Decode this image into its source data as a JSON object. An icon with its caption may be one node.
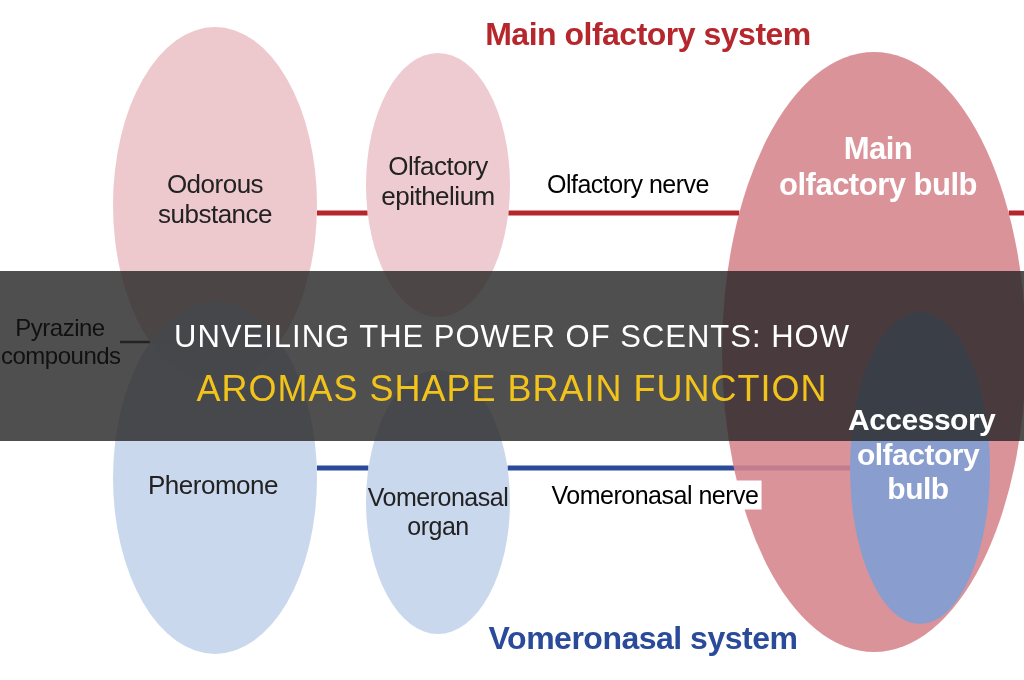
{
  "diagram": {
    "title": "UNVEILING THE POWER OF SCENTS: HOW AROMAS SHAPE BRAIN FUNCTION",
    "nodes": [
      {
        "text": [
          "Odorous substance"
        ]
      },
      {
        "text": [
          "Olfactory epithelium"
        ]
      },
      {
        "text": [
          "Main olfactory bulb"
        ]
      },
      {
        "text": [
          "Pyrazine compounds"
        ]
      },
      {
        "text": [
          "Pheromone"
        ]
      },
      {
        "text": [
          "Vomeronasal organ"
        ]
      },
      {
        "text": [
          "Accessory olfactory bulb"
        ],
        "in": 2
      }
    ],
    "edges": [
      {
        "from": 0,
        "to": 1,
        "arrow": "none",
        "color": "#b5272d"
      },
      {
        "from": 1,
        "to": 2,
        "arrow": "none",
        "label": "Olfactory nerve",
        "color": "#b5272d"
      },
      {
        "from": 2,
        "to": null,
        "arrow": "none",
        "color": "#b5272d"
      },
      {
        "from": 3,
        "to": 4,
        "arrow": "other",
        "color": "#111111"
      },
      {
        "from": 4,
        "to": 5,
        "arrow": "none",
        "color": "#2a4a9a"
      },
      {
        "from": 5,
        "to": 6,
        "arrow": "none",
        "label": "Vomeronasal nerve",
        "color": "#2a4a9a"
      }
    ],
    "labels": [
      "Main olfactory system",
      "Vomeronasal system"
    ]
  }
}
